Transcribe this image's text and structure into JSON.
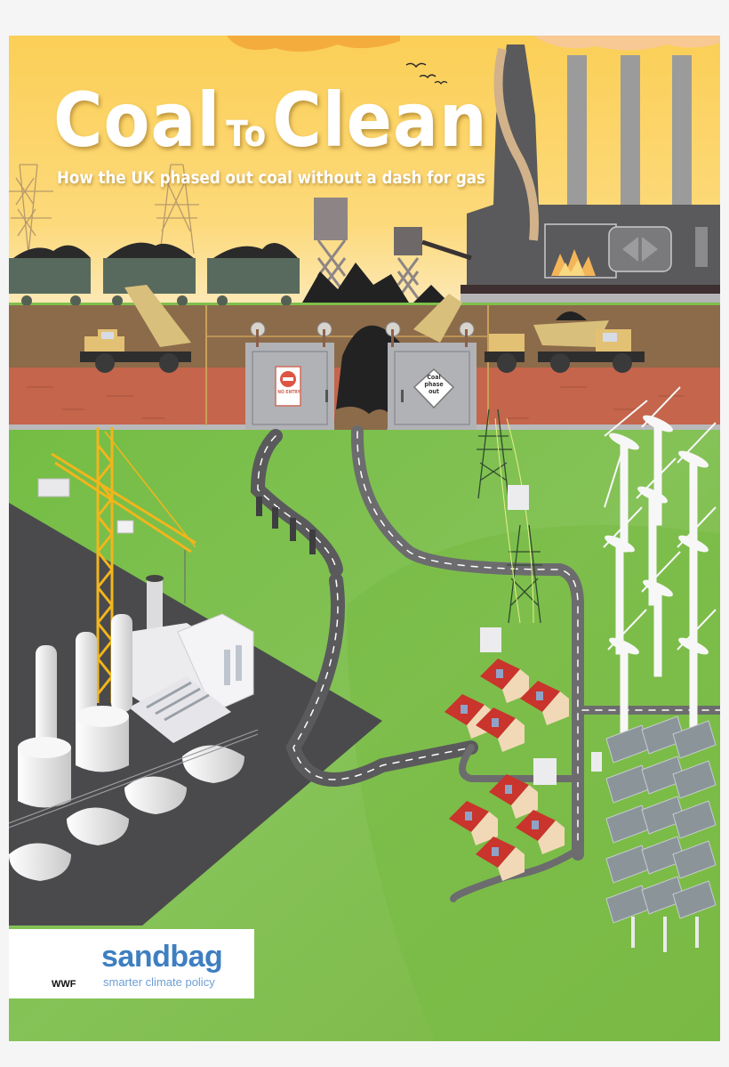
{
  "poster": {
    "title_part1": "Coal",
    "title_part2": "To",
    "title_part3": "Clean",
    "subtitle": "How the UK phased out coal without a dash for gas"
  },
  "signs": {
    "no_entry": "NO ENTRY",
    "coal_phase_out_line1": "Coal",
    "coal_phase_out_line2": "phase",
    "coal_phase_out_line3": "out"
  },
  "logos": {
    "wwf_label": "WWF",
    "sandbag_name": "sandbag",
    "sandbag_tagline": "smarter climate policy"
  },
  "colors": {
    "sky_top": "#fbcf57",
    "sky_bottom": "#fde8b4",
    "earth": "#8c6b4a",
    "brick": "#c4654c",
    "grass": "#7fbf4a",
    "asphalt": "#4a4a4c",
    "crane": "#f2b51c",
    "sandbag_blue": "#3e7fc1",
    "roof_red": "#c9342c"
  },
  "scene": {
    "left_illustration": "coal trains, dump trucks, hoppers",
    "right_illustration": "coal power station with chimneys",
    "bottom_left": "industrial site with crane and tanks",
    "bottom_right": "wind turbines, pylons, houses, solar panels"
  }
}
